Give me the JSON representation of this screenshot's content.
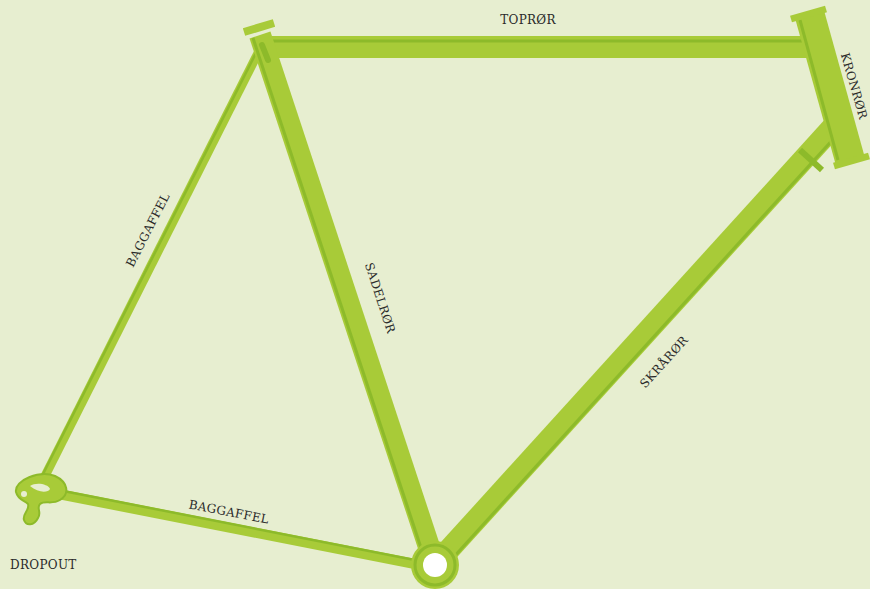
{
  "diagram": {
    "labels": [
      "TOPRØR",
      "KRONRØR",
      "BAGGAFFEL",
      "SADELRØR",
      "SKRÅRØR",
      "BAGGAFFEL",
      "DROPOUT"
    ]
  }
}
